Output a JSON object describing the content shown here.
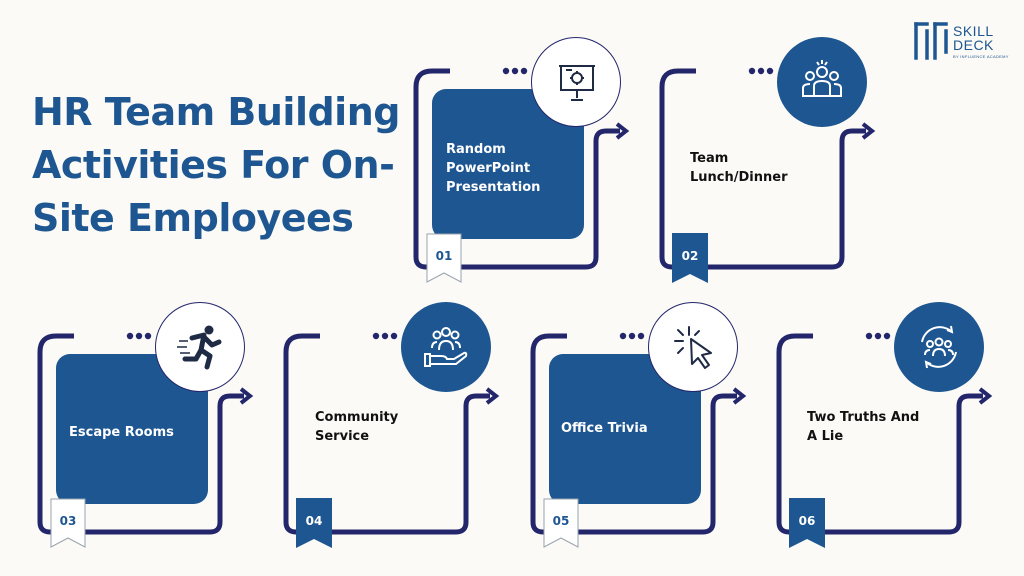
{
  "title": "HR Team Building Activities For On-Site Employees",
  "logo": {
    "line1": "SKILL",
    "line2": "DECK",
    "tagline": "BY INFLUENCE ACADEMY"
  },
  "colors": {
    "navy": "#1e5691",
    "frame": "#23266b",
    "background": "#fbfaf6"
  },
  "activities": [
    {
      "number": "01",
      "label": "Random PowerPoint Presentation",
      "icon": "presentation-board-icon",
      "style": "filled"
    },
    {
      "number": "02",
      "label": "Team Lunch/Dinner",
      "icon": "team-group-icon",
      "style": "plain"
    },
    {
      "number": "03",
      "label": "Escape Rooms",
      "icon": "running-person-icon",
      "style": "filled"
    },
    {
      "number": "04",
      "label": "Community Service",
      "icon": "hand-people-icon",
      "style": "plain"
    },
    {
      "number": "05",
      "label": "Office Trivia",
      "icon": "cursor-click-icon",
      "style": "filled"
    },
    {
      "number": "06",
      "label": "Two Truths And A Lie",
      "icon": "people-cycle-icon",
      "style": "plain"
    }
  ]
}
